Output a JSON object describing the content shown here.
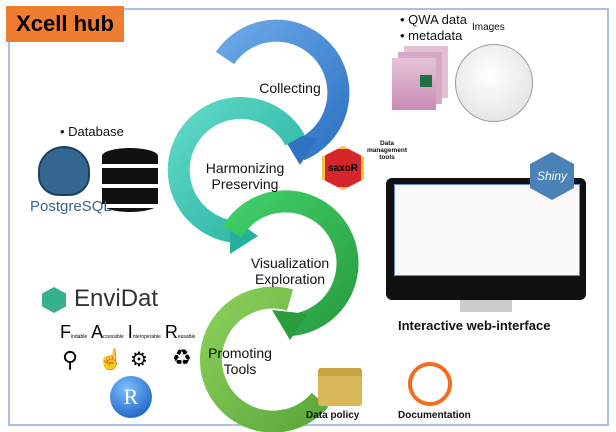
{
  "title": "Xcell hub",
  "stages": [
    {
      "label": "Collecting",
      "color": "#4a8fd6"
    },
    {
      "label": "Harmonizing Preserving",
      "color": "#3cc7b4"
    },
    {
      "label": "Visualization Exploration",
      "color": "#3fb34f"
    },
    {
      "label": "Promoting Tools",
      "color": "#6eb33f"
    }
  ],
  "database": {
    "bullet": "• Database",
    "logo_text": "PostgreSQL"
  },
  "data": {
    "bullet1": "• QWA data",
    "bullet2": "• metadata",
    "images": "Images"
  },
  "tools": {
    "label": "Data management tools",
    "saxor": "saxoR",
    "shiny": "Shiny"
  },
  "web": {
    "label": "Interactive web-interface"
  },
  "envidat": "EnviDat",
  "fair": [
    {
      "big": "F",
      "small": "indable"
    },
    {
      "big": "A",
      "small": "ccessible"
    },
    {
      "big": "I",
      "small": "nteroperable"
    },
    {
      "big": "R",
      "small": "eusable"
    }
  ],
  "r_logo": "R",
  "policy": "Data policy",
  "documentation": "Documentation"
}
